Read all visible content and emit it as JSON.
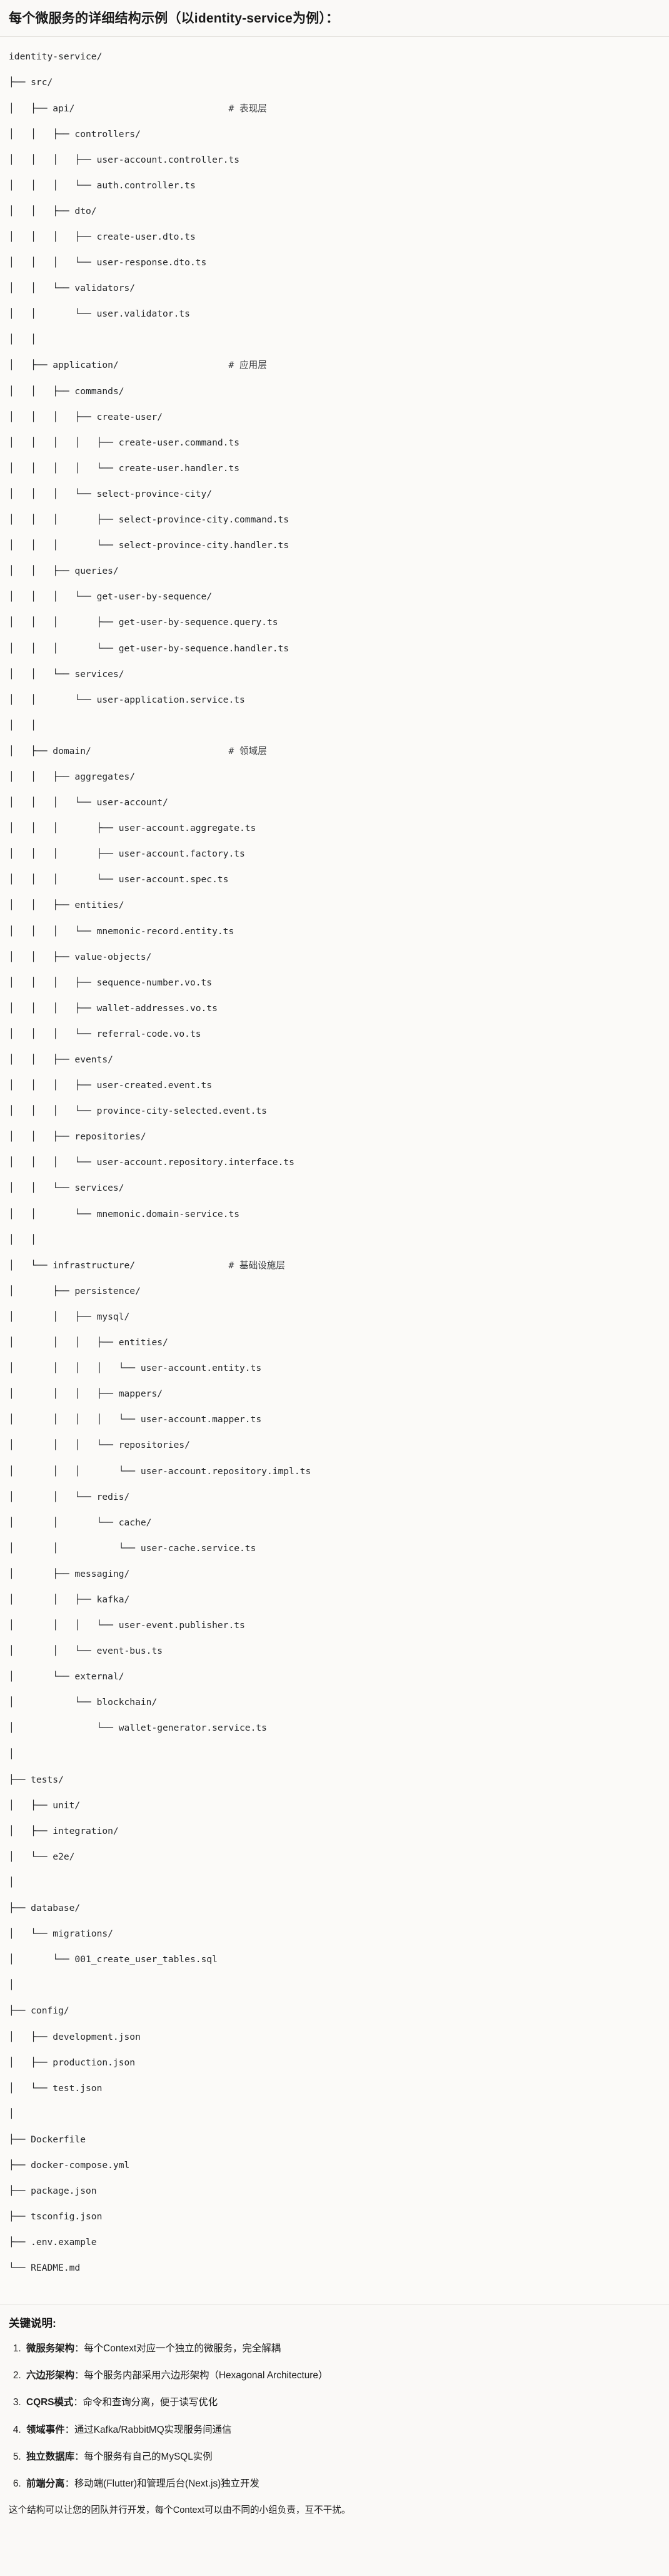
{
  "title": "每个微服务的详细结构示例（以identity-service为例）：",
  "tree": {
    "lines": [
      {
        "text": "identity-service/",
        "comment": ""
      },
      {
        "text": "├── src/",
        "comment": ""
      },
      {
        "text": "│   ├── api/",
        "comment": "# 表现层"
      },
      {
        "text": "│   │   ├── controllers/",
        "comment": ""
      },
      {
        "text": "│   │   │   ├── user-account.controller.ts",
        "comment": ""
      },
      {
        "text": "│   │   │   └── auth.controller.ts",
        "comment": ""
      },
      {
        "text": "│   │   ├── dto/",
        "comment": ""
      },
      {
        "text": "│   │   │   ├── create-user.dto.ts",
        "comment": ""
      },
      {
        "text": "│   │   │   └── user-response.dto.ts",
        "comment": ""
      },
      {
        "text": "│   │   └── validators/",
        "comment": ""
      },
      {
        "text": "│   │       └── user.validator.ts",
        "comment": ""
      },
      {
        "text": "│   │",
        "comment": ""
      },
      {
        "text": "│   ├── application/",
        "comment": "# 应用层"
      },
      {
        "text": "│   │   ├── commands/",
        "comment": ""
      },
      {
        "text": "│   │   │   ├── create-user/",
        "comment": ""
      },
      {
        "text": "│   │   │   │   ├── create-user.command.ts",
        "comment": ""
      },
      {
        "text": "│   │   │   │   └── create-user.handler.ts",
        "comment": ""
      },
      {
        "text": "│   │   │   └── select-province-city/",
        "comment": ""
      },
      {
        "text": "│   │   │       ├── select-province-city.command.ts",
        "comment": ""
      },
      {
        "text": "│   │   │       └── select-province-city.handler.ts",
        "comment": ""
      },
      {
        "text": "│   │   ├── queries/",
        "comment": ""
      },
      {
        "text": "│   │   │   └── get-user-by-sequence/",
        "comment": ""
      },
      {
        "text": "│   │   │       ├── get-user-by-sequence.query.ts",
        "comment": ""
      },
      {
        "text": "│   │   │       └── get-user-by-sequence.handler.ts",
        "comment": ""
      },
      {
        "text": "│   │   └── services/",
        "comment": ""
      },
      {
        "text": "│   │       └── user-application.service.ts",
        "comment": ""
      },
      {
        "text": "│   │",
        "comment": ""
      },
      {
        "text": "│   ├── domain/",
        "comment": "# 领域层"
      },
      {
        "text": "│   │   ├── aggregates/",
        "comment": ""
      },
      {
        "text": "│   │   │   └── user-account/",
        "comment": ""
      },
      {
        "text": "│   │   │       ├── user-account.aggregate.ts",
        "comment": ""
      },
      {
        "text": "│   │   │       ├── user-account.factory.ts",
        "comment": ""
      },
      {
        "text": "│   │   │       └── user-account.spec.ts",
        "comment": ""
      },
      {
        "text": "│   │   ├── entities/",
        "comment": ""
      },
      {
        "text": "│   │   │   └── mnemonic-record.entity.ts",
        "comment": ""
      },
      {
        "text": "│   │   ├── value-objects/",
        "comment": ""
      },
      {
        "text": "│   │   │   ├── sequence-number.vo.ts",
        "comment": ""
      },
      {
        "text": "│   │   │   ├── wallet-addresses.vo.ts",
        "comment": ""
      },
      {
        "text": "│   │   │   └── referral-code.vo.ts",
        "comment": ""
      },
      {
        "text": "│   │   ├── events/",
        "comment": ""
      },
      {
        "text": "│   │   │   ├── user-created.event.ts",
        "comment": ""
      },
      {
        "text": "│   │   │   └── province-city-selected.event.ts",
        "comment": ""
      },
      {
        "text": "│   │   ├── repositories/",
        "comment": ""
      },
      {
        "text": "│   │   │   └── user-account.repository.interface.ts",
        "comment": ""
      },
      {
        "text": "│   │   └── services/",
        "comment": ""
      },
      {
        "text": "│   │       └── mnemonic.domain-service.ts",
        "comment": ""
      },
      {
        "text": "│   │",
        "comment": ""
      },
      {
        "text": "│   └── infrastructure/",
        "comment": "# 基础设施层"
      },
      {
        "text": "│       ├── persistence/",
        "comment": ""
      },
      {
        "text": "│       │   ├── mysql/",
        "comment": ""
      },
      {
        "text": "│       │   │   ├── entities/",
        "comment": ""
      },
      {
        "text": "│       │   │   │   └── user-account.entity.ts",
        "comment": ""
      },
      {
        "text": "│       │   │   ├── mappers/",
        "comment": ""
      },
      {
        "text": "│       │   │   │   └── user-account.mapper.ts",
        "comment": ""
      },
      {
        "text": "│       │   │   └── repositories/",
        "comment": ""
      },
      {
        "text": "│       │   │       └── user-account.repository.impl.ts",
        "comment": ""
      },
      {
        "text": "│       │   └── redis/",
        "comment": ""
      },
      {
        "text": "│       │       └── cache/",
        "comment": ""
      },
      {
        "text": "│       │           └── user-cache.service.ts",
        "comment": ""
      },
      {
        "text": "│       ├── messaging/",
        "comment": ""
      },
      {
        "text": "│       │   ├── kafka/",
        "comment": ""
      },
      {
        "text": "│       │   │   └── user-event.publisher.ts",
        "comment": ""
      },
      {
        "text": "│       │   └── event-bus.ts",
        "comment": ""
      },
      {
        "text": "│       └── external/",
        "comment": ""
      },
      {
        "text": "│           └── blockchain/",
        "comment": ""
      },
      {
        "text": "│               └── wallet-generator.service.ts",
        "comment": ""
      },
      {
        "text": "│",
        "comment": ""
      },
      {
        "text": "├── tests/",
        "comment": ""
      },
      {
        "text": "│   ├── unit/",
        "comment": ""
      },
      {
        "text": "│   ├── integration/",
        "comment": ""
      },
      {
        "text": "│   └── e2e/",
        "comment": ""
      },
      {
        "text": "│",
        "comment": ""
      },
      {
        "text": "├── database/",
        "comment": ""
      },
      {
        "text": "│   └── migrations/",
        "comment": ""
      },
      {
        "text": "│       └── 001_create_user_tables.sql",
        "comment": ""
      },
      {
        "text": "│",
        "comment": ""
      },
      {
        "text": "├── config/",
        "comment": ""
      },
      {
        "text": "│   ├── development.json",
        "comment": ""
      },
      {
        "text": "│   ├── production.json",
        "comment": ""
      },
      {
        "text": "│   └── test.json",
        "comment": ""
      },
      {
        "text": "│",
        "comment": ""
      },
      {
        "text": "├── Dockerfile",
        "comment": ""
      },
      {
        "text": "├── docker-compose.yml",
        "comment": ""
      },
      {
        "text": "├── package.json",
        "comment": ""
      },
      {
        "text": "├── tsconfig.json",
        "comment": ""
      },
      {
        "text": "├── .env.example",
        "comment": ""
      },
      {
        "text": "└── README.md",
        "comment": ""
      }
    ],
    "comment_column": 40
  },
  "notes": {
    "heading": "关键说明:",
    "items": [
      {
        "key": "微服务架构",
        "sep": "：",
        "desc": "每个Context对应一个独立的微服务，完全解耦"
      },
      {
        "key": "六边形架构",
        "sep": "：",
        "desc": "每个服务内部采用六边形架构（Hexagonal Architecture）"
      },
      {
        "key": "CQRS模式",
        "sep": "：",
        "desc": "命令和查询分离，便于读写优化"
      },
      {
        "key": "领域事件",
        "sep": "：",
        "desc": "通过Kafka/RabbitMQ实现服务间通信"
      },
      {
        "key": "独立数据库",
        "sep": "：",
        "desc": "每个服务有自己的MySQL实例"
      },
      {
        "key": "前端分离",
        "sep": "：",
        "desc": "移动端(Flutter)和管理后台(Next.js)独立开发"
      }
    ],
    "footer": "这个结构可以让您的团队并行开发，每个Context可以由不同的小组负责，互不干扰。"
  },
  "colors": {
    "background": "#faf9f7",
    "text": "#1f1f1f",
    "tree_text": "#26282b",
    "divider": "#e3e1dd"
  }
}
